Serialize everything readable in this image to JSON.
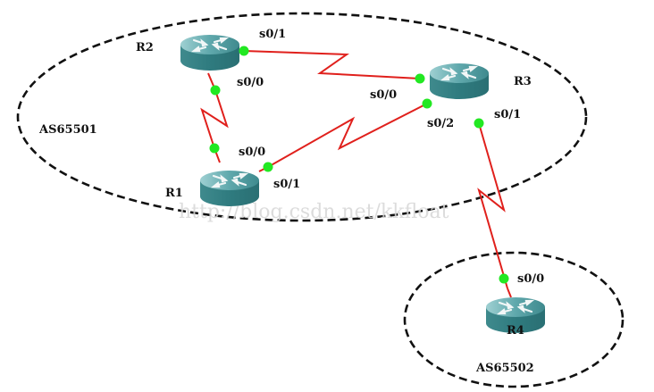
{
  "diagram": {
    "type": "network-topology",
    "colors": {
      "link": "#e0201c",
      "port": "#22e822",
      "router_body": "#3f8d90",
      "router_top": "#5aa7ab",
      "boundary": "#111111"
    },
    "areas": [
      {
        "id": "as65501",
        "label": "AS65501"
      },
      {
        "id": "as65502",
        "label": "AS65502"
      }
    ],
    "routers": [
      {
        "id": "R1",
        "label": "R1",
        "icon": "router-icon"
      },
      {
        "id": "R2",
        "label": "R2",
        "icon": "router-icon"
      },
      {
        "id": "R3",
        "label": "R3",
        "icon": "router-icon"
      },
      {
        "id": "R4",
        "label": "R4",
        "icon": "router-icon"
      }
    ],
    "links": [
      {
        "type": "serial",
        "a": "R2",
        "a_port": "s0/1",
        "b": "R3",
        "b_port": "s0/0"
      },
      {
        "type": "serial",
        "a": "R2",
        "a_port": "s0/0",
        "b": "R1",
        "b_port": "s0/0"
      },
      {
        "type": "serial",
        "a": "R1",
        "a_port": "s0/1",
        "b": "R3",
        "b_port": "s0/2"
      },
      {
        "type": "serial",
        "a": "R3",
        "a_port": "s0/1",
        "b": "R4",
        "b_port": "s0/0"
      }
    ],
    "watermark": "http://blog.csdn.net/kkfloat"
  }
}
